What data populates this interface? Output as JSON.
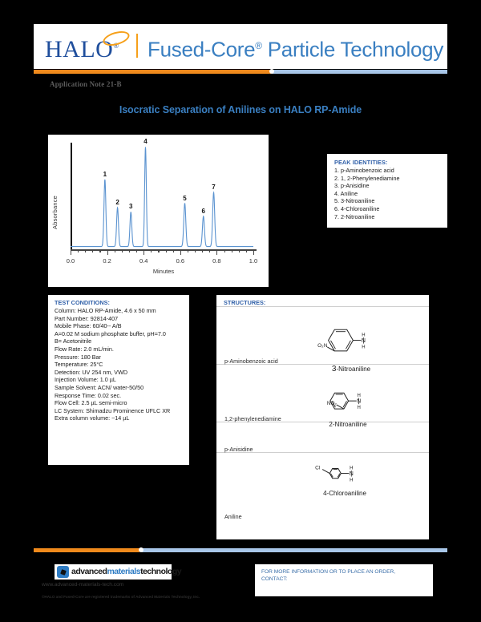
{
  "header": {
    "logo_word": "HALO",
    "logo_registered": "®",
    "tagline_pre": "Fused-Core",
    "tagline_sup": "®",
    "tagline_post": " Particle Technology"
  },
  "app_note": "Application Note 21-B",
  "doc_title": "Isocratic Separation of Anilines on HALO RP-Amide",
  "chart_data": {
    "type": "line",
    "title": "Isocratic Separation of Anilines on HALO RP-Amide",
    "xlabel": "Minutes",
    "ylabel": "Absorbance",
    "xlim": [
      0.0,
      1.0
    ],
    "ylim": [
      0,
      100
    ],
    "grid": false,
    "legend": "none",
    "xticks": [
      "0.0",
      "0.2",
      "0.4",
      "0.6",
      "0.8",
      "1.0"
    ],
    "xtick_values": [
      0.0,
      0.2,
      0.4,
      0.6,
      0.8,
      1.0
    ],
    "minor_tick_step": 0.04,
    "line_color": "#5b93d0",
    "baseline": 4,
    "peaks": [
      {
        "label": "1",
        "retention_time": 0.188,
        "height": 62,
        "width": 0.012,
        "compound": "p-Aminobenzoic acid"
      },
      {
        "label": "2",
        "retention_time": 0.257,
        "height": 36,
        "width": 0.012,
        "compound": "1, 2-Phenylenediamine"
      },
      {
        "label": "3",
        "retention_time": 0.33,
        "height": 32,
        "width": 0.012,
        "compound": "p-Anisidine"
      },
      {
        "label": "4",
        "retention_time": 0.41,
        "height": 92,
        "width": 0.011,
        "compound": "Aniline"
      },
      {
        "label": "5",
        "retention_time": 0.625,
        "height": 40,
        "width": 0.013,
        "compound": "3-Nitroaniline"
      },
      {
        "label": "6",
        "retention_time": 0.727,
        "height": 28,
        "width": 0.013,
        "compound": "4-Chloroaniline"
      },
      {
        "label": "7",
        "retention_time": 0.783,
        "height": 50,
        "width": 0.013,
        "compound": "2-Nitroaniline"
      }
    ]
  },
  "peak_identities": {
    "title": "PEAK IDENTITIES:",
    "items": [
      "1. p-Aminobenzoic acid",
      "2. 1, 2-Phenylenediamine",
      "3. p-Anisidine",
      "4. Aniline",
      "5. 3-Nitroaniline",
      "6. 4-Chloroaniline",
      "7. 2-Nitroaniline"
    ]
  },
  "test_conditions": {
    "title": "TEST CONDITIONS:",
    "items": [
      "Column: HALO RP-Amide, 4.6 x 50 mm",
      "Part Number: 92814-407",
      "Mobile Phase: 60/40-- A/B",
      "A=0.02 M sodium phosphate buffer, pH=7.0",
      "B= Acetonitrile",
      "Flow Rate: 2.0 mL/min.",
      "Pressure: 180 Bar",
      "Temperature: 25°C",
      "Detection: UV 254 nm, VWD",
      "Injection Volume: 1.0 µL",
      "Sample Solvent: ACN/ water-50/50",
      "Response Time: 0.02 sec.",
      "Flow Cell: 2.5 µL semi-micro",
      "LC System: Shimadzu Prominence UFLC XR",
      "Extra column volume: ~14 µL"
    ]
  },
  "structures": {
    "title": "STRUCTURES:",
    "left_names": [
      "p-Aminobenzoic acid",
      "1,2-phenylenediamine",
      "p-Anisidine",
      "Aniline"
    ],
    "right_items": [
      {
        "caption_num": "3",
        "caption_rest": "-Nitroaniline",
        "substituent": "O₂N",
        "position": "meta"
      },
      {
        "caption_num": "",
        "caption_rest": "2-Nitroaniline",
        "substituent": "NO₂",
        "position": "ortho"
      },
      {
        "caption_num": "",
        "caption_rest": "4-Chloroaniline",
        "substituent": "Cl",
        "position": "para"
      }
    ]
  },
  "footer": {
    "company_a": "advanced",
    "company_m": "materials",
    "company_t": "technology",
    "url": "www.advanced-materials-tech.com",
    "trademark": "©HALO and Fused-Core are registered trademarks of Advanced Materials Technology, Inc.",
    "contact_line1": "FOR MORE INFORMATION OR TO PLACE AN ORDER,",
    "contact_line2": "CONTACT:"
  },
  "colors": {
    "brand_blue": "#1f4e9c",
    "accent_orange": "#f08a1c",
    "title_blue": "#3a7fc1",
    "trace_blue": "#5b93d0"
  }
}
